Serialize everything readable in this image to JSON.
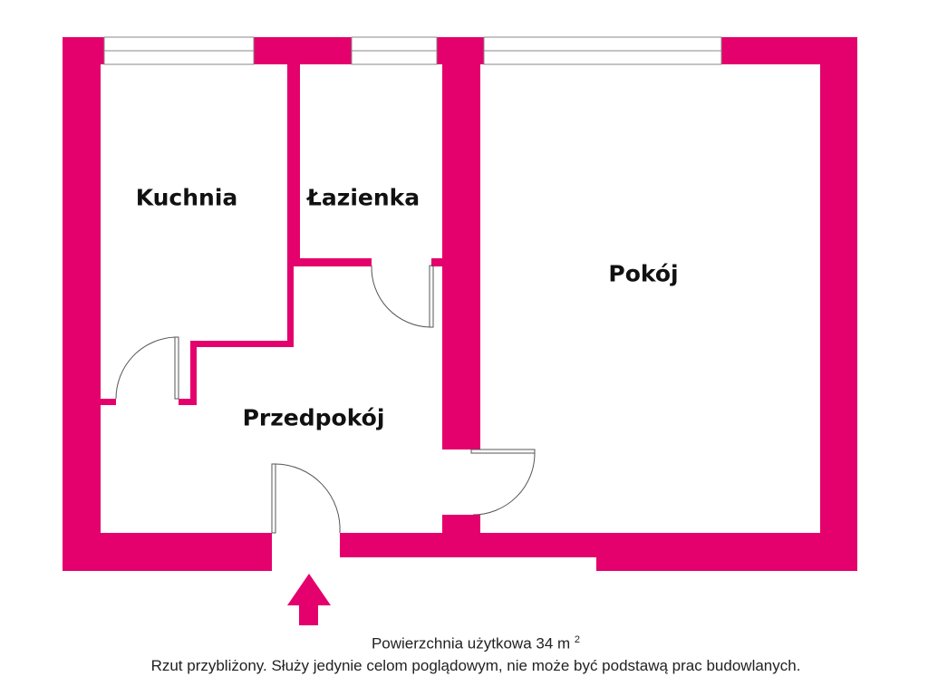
{
  "colors": {
    "wall": "#e4006d",
    "door": "#555555"
  },
  "rooms": {
    "kitchen": "Kuchnia",
    "bathroom": "Łazienka",
    "living": "Pokój",
    "hall": "Przedpokój"
  },
  "footer": {
    "area": "Powierzchnia użytkowa 34 m",
    "area_sup": "2",
    "disclaimer": "Rzut przybliżony. Służy jedynie celom poglądowym, nie może być podstawą prac budowlanych."
  },
  "entrance_icon": "arrow-up-icon"
}
